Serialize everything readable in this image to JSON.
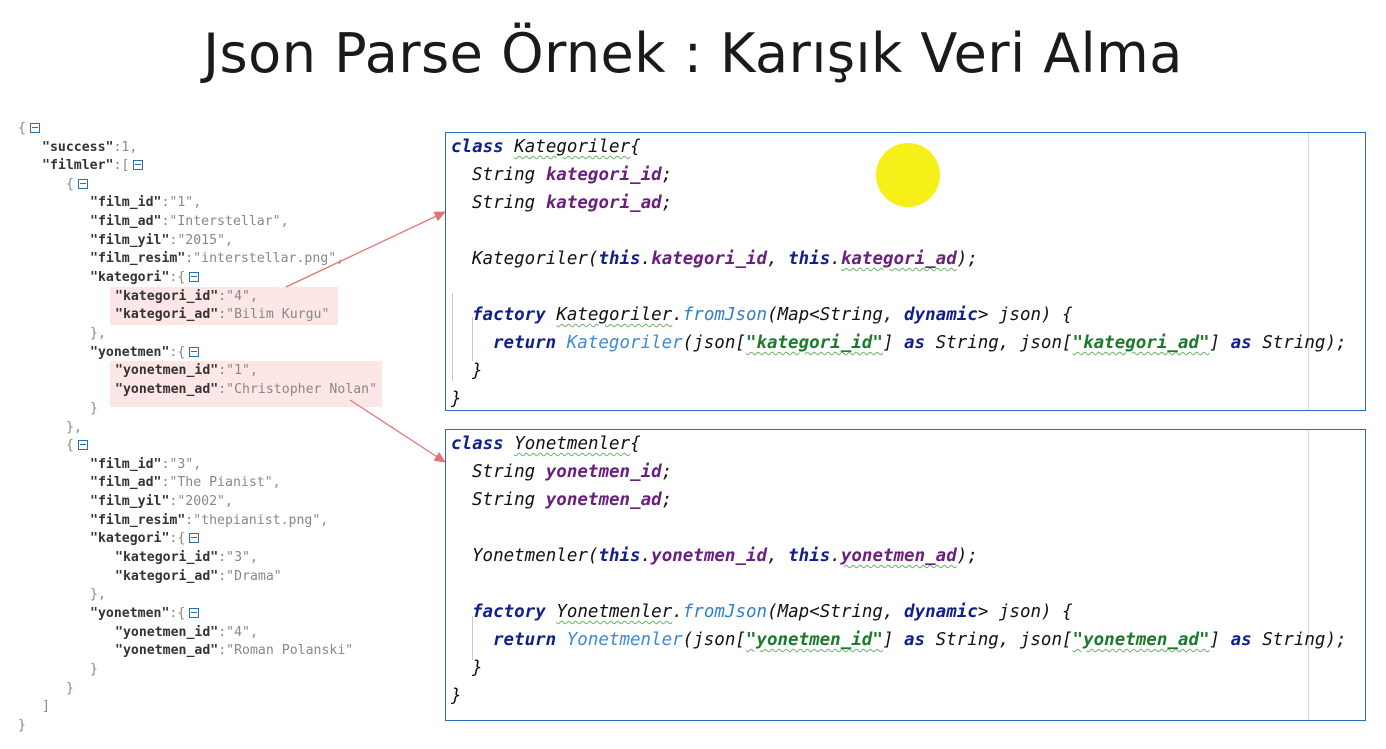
{
  "title": "Json Parse Örnek : Karışık Veri Alma",
  "json_tree": {
    "open_brace": "{",
    "success_key": "\"success\"",
    "success_val": "1",
    "filmler_key": "\"filmler\"",
    "films": [
      {
        "film_id_key": "\"film_id\"",
        "film_id": "\"1\"",
        "film_ad_key": "\"film_ad\"",
        "film_ad": "\"Interstellar\"",
        "film_yil_key": "\"film_yil\"",
        "film_yil": "\"2015\"",
        "film_resim_key": "\"film_resim\"",
        "film_resim": "\"interstellar.png\"",
        "kategori_key": "\"kategori\"",
        "kategori_id_key": "\"kategori_id\"",
        "kategori_id": "\"4\"",
        "kategori_ad_key": "\"kategori_ad\"",
        "kategori_ad": "\"Bilim Kurgu\"",
        "yonetmen_key": "\"yonetmen\"",
        "yonetmen_id_key": "\"yonetmen_id\"",
        "yonetmen_id": "\"1\"",
        "yonetmen_ad_key": "\"yonetmen_ad\"",
        "yonetmen_ad": "\"Christopher Nolan\""
      },
      {
        "film_id_key": "\"film_id\"",
        "film_id": "\"3\"",
        "film_ad_key": "\"film_ad\"",
        "film_ad": "\"The Pianist\"",
        "film_yil_key": "\"film_yil\"",
        "film_yil": "\"2002\"",
        "film_resim_key": "\"film_resim\"",
        "film_resim": "\"thepianist.png\"",
        "kategori_key": "\"kategori\"",
        "kategori_id_key": "\"kategori_id\"",
        "kategori_id": "\"3\"",
        "kategori_ad_key": "\"kategori_ad\"",
        "kategori_ad": "\"Drama\"",
        "yonetmen_key": "\"yonetmen\"",
        "yonetmen_id_key": "\"yonetmen_id\"",
        "yonetmen_id": "\"4\"",
        "yonetmen_ad_key": "\"yonetmen_ad\"",
        "yonetmen_ad": "\"Roman Polanski\""
      }
    ]
  },
  "code": {
    "kw_class": "class",
    "kw_this": "this",
    "kw_factory": "factory",
    "kw_dynamic": "dynamic",
    "kw_return": "return",
    "kw_as": "as",
    "type_string": "String",
    "from_json": "fromJson",
    "kategoriler": {
      "class_name": "Kategoriler",
      "field_id": "kategori_id",
      "field_ad": "kategori_ad",
      "key_id": "\"kategori_id\"",
      "key_ad": "\"kategori_ad\""
    },
    "yonetmenler": {
      "class_name": "Yonetmenler",
      "field_id": "yonetmen_id",
      "field_ad": "yonetmen_ad",
      "key_id": "\"yonetmen_id\"",
      "key_ad": "\"yonetmen_ad\""
    }
  },
  "colors": {
    "keyword": "#0f1f8c",
    "field": "#6a1f7e",
    "string": "#1c7a2c",
    "box_border": "#2a6fbd",
    "highlight": "#fde6e6",
    "arrow": "#e57373",
    "cursor_dot": "#f7f018"
  }
}
